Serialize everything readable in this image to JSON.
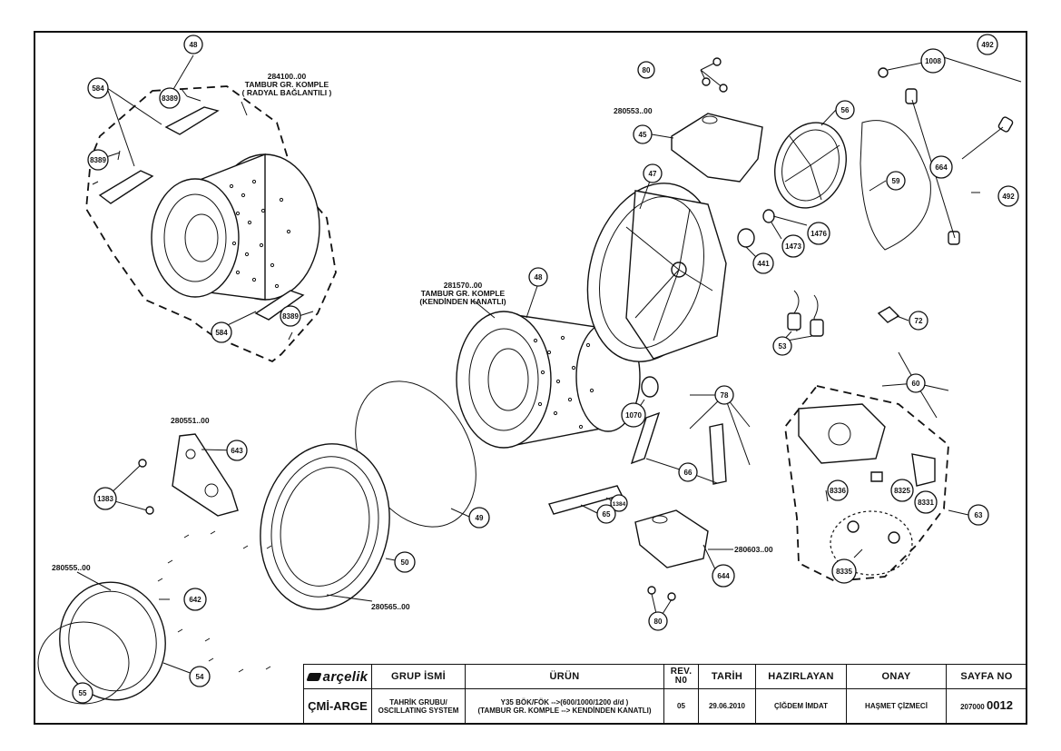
{
  "assemblies": {
    "radial_drum": {
      "code": "284100..00",
      "line1": "TAMBUR GR. KOMPLE",
      "line2": "( RADYAL BAĞLANTILI )"
    },
    "self_drum": {
      "code": "281570..00",
      "line1": "TAMBUR GR. KOMPLE",
      "line2": "(KENDİNDEN KANATLI)"
    },
    "tub_rear_code": "280553..00",
    "front_panel_code": "280551..00",
    "front_tub_code": "280565..00",
    "door_ring_code": "280555..00",
    "counterweight_code": "280603..00"
  },
  "callouts": {
    "c48a": "48",
    "c584a": "584",
    "c8389a": "8389",
    "c8389b": "8389",
    "c584b": "584",
    "c8389c": "8389",
    "c80a": "80",
    "c1008": "1008",
    "c492a": "492",
    "c45": "45",
    "c56": "56",
    "c664": "664",
    "c59": "59",
    "c492b": "492",
    "c47": "47",
    "c1476": "1476",
    "c1473": "1473",
    "c441": "441",
    "c48b": "48",
    "c72": "72",
    "c53": "53",
    "c60": "60",
    "c78": "78",
    "c1070": "1070",
    "c643": "643",
    "c1383": "1383",
    "c66": "66",
    "c49": "49",
    "c1384": "1384",
    "c65": "65",
    "c63": "63",
    "c8336": "8336",
    "c8325": "8325",
    "c8331": "8331",
    "c8335": "8335",
    "c50": "50",
    "c644": "644",
    "c642": "642",
    "c80b": "80",
    "c54": "54",
    "c55": "55"
  },
  "title_block": {
    "brand": "arçelik",
    "dept": "ÇMİ-ARGE",
    "headers": {
      "group": "GRUP İSMİ",
      "product": "ÜRÜN",
      "rev": "REV. N0",
      "date": "TARİH",
      "prepared": "HAZIRLAYAN",
      "approved": "ONAY",
      "page": "SAYFA NO"
    },
    "group_line1": "TAHRİK GRUBU/",
    "group_line2": "OSCILLATING SYSTEM",
    "product_line1": "Y35 BÖK/FÖK -->(600/1000/1200 d/d )",
    "product_line2": "(TAMBUR GR. KOMPLE --> KENDİNDEN KANATLI)",
    "rev": "05",
    "date": "29.06.2010",
    "prepared": "ÇİĞDEM İMDAT",
    "approved": "HAŞMET ÇİZMECİ",
    "page_prefix": "207000",
    "page_suffix": "0012"
  }
}
